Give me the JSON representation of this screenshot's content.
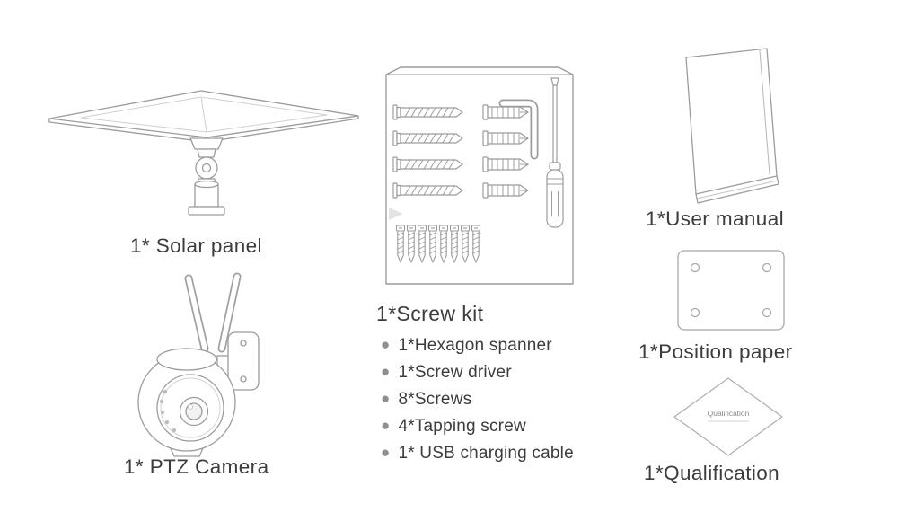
{
  "palette": {
    "line": "#9c9c9c",
    "line_light": "#cfcfcf",
    "text": "#3c3c3c",
    "bullet": "#8f8f8f",
    "background": "#ffffff"
  },
  "items": {
    "solar_panel": {
      "label": "1* Solar panel"
    },
    "ptz_camera": {
      "label": "1* PTZ Camera"
    },
    "screw_kit": {
      "label": "1*Screw kit",
      "contents": [
        "1*Hexagon spanner",
        "1*Screw driver",
        "8*Screws",
        "4*Tapping screw",
        "1* USB charging cable"
      ]
    },
    "user_manual": {
      "label": "1*User manual"
    },
    "position_paper": {
      "label": "1*Position paper"
    },
    "qualification": {
      "label": "1*Qualification",
      "badge_text": "Qualification"
    }
  }
}
